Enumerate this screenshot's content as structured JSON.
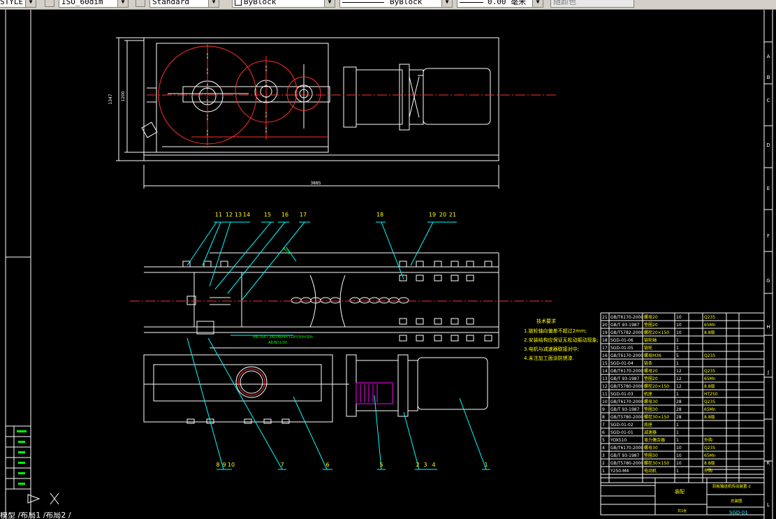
{
  "toolbar": {
    "style_value": "STYLE",
    "dimstyle_value": "ISO_60dim",
    "textstyle_value": "Standard",
    "color_value": "ByBlock",
    "linetype_value": "ByBlock",
    "lineweight_value": "0.00 毫米",
    "plotstyle_value": "随颜色"
  },
  "status": {
    "tabs_text": "模型 /布局1 /布局2 /"
  },
  "drawing": {
    "dim_total_length": "3885",
    "dim_height_outer": "1347",
    "dim_height_inner": "1200",
    "balloons_top": [
      "11",
      "12",
      "13",
      "14",
      "15",
      "16",
      "17",
      "18",
      "19",
      "20",
      "21"
    ],
    "balloons_bottom": [
      "8",
      "9",
      "10",
      "7",
      "6",
      "5",
      "2",
      "3",
      "4",
      "1"
    ],
    "leader_note": "Φ450",
    "section_note": "HNT/EXT 3XCD6mm CDPY30H/30h",
    "section_note_2": "AB/BD1/30",
    "tech_req_title": "技术要求",
    "tech_req": [
      "1.链轮轴向偏差不超过2mm;",
      "2.安装结构应保证无松动振动现象;",
      "3.电机与减速器联接对中;",
      "4.未注加工面涂防锈漆."
    ],
    "border_letters": [
      "A",
      "B",
      "C",
      "D",
      "E",
      "F",
      "G",
      "H",
      "J",
      "K",
      "L"
    ]
  },
  "bom": {
    "rows": [
      [
        "21",
        "GB/T6170-2000",
        "螺母20",
        "10",
        "",
        "Q235"
      ],
      [
        "20",
        "GB/T 93-1987",
        "垫圈20",
        "10",
        "",
        "65Mn"
      ],
      [
        "19",
        "GB/T5782-2000",
        "螺栓20×150",
        "10",
        "",
        "8.8级"
      ],
      [
        "18",
        "SGD-01-06",
        "链轮轴",
        "1",
        "",
        ""
      ],
      [
        "17",
        "SGD-01-05",
        "链轮",
        "1",
        "",
        ""
      ],
      [
        "16",
        "GB/T6170-2000",
        "螺母M36",
        "5",
        "",
        "Q235"
      ],
      [
        "15",
        "SGD-01-04",
        "链条",
        "1",
        "",
        ""
      ],
      [
        "14",
        "GB/T6170-2000",
        "螺母20",
        "12",
        "",
        "Q235"
      ],
      [
        "13",
        "GB/T 93-1987",
        "垫圈20",
        "12",
        "",
        "65Mn"
      ],
      [
        "12",
        "GB/T5780-2000",
        "螺栓20×150",
        "12",
        "",
        "8.8级"
      ],
      [
        "11",
        "SGD-01-03",
        "机座",
        "1",
        "",
        "HT250"
      ],
      [
        "10",
        "GB/T6170-2000",
        "螺母30",
        "28",
        "",
        "Q235"
      ],
      [
        "9",
        "GB/T 93-1987",
        "垫圈30",
        "28",
        "",
        "65Mn"
      ],
      [
        "8",
        "GB/T5780-2000",
        "螺栓30×150",
        "28",
        "",
        "8.8级"
      ],
      [
        "7",
        "SGD-01-02",
        "底座",
        "1",
        "",
        ""
      ],
      [
        "6",
        "SGD-01-01",
        "减速器",
        "1",
        "",
        ""
      ],
      [
        "5",
        "YOX510",
        "液力偶合器",
        "1",
        "",
        "外购"
      ],
      [
        "4",
        "GB/T6170-2000",
        "螺母30",
        "10",
        "",
        "Q235"
      ],
      [
        "3",
        "GB/T 93-1987",
        "垫圈30",
        "10",
        "",
        "65Mn"
      ],
      [
        "2",
        "GB/T5780-2000",
        "螺栓30×150",
        "10",
        "",
        "8.8级"
      ],
      [
        "1",
        "Y250-M4",
        "电动机",
        "1",
        "",
        "外购"
      ]
    ],
    "title_block": {
      "drawing_name": "刮板输送机传动装置-2",
      "assembly_label": "总装图",
      "drawing_number": "SGD-01",
      "part_label": "装配",
      "sheet": "共1张"
    }
  },
  "colors": {
    "white_line": "#ffffff",
    "red_line": "#ff3030",
    "table_line": "#ffffff",
    "text_green": "#00ff00",
    "text_yellow": "#ffff00",
    "text_cyan": "#00ffff",
    "magenta": "#ff00ff"
  }
}
